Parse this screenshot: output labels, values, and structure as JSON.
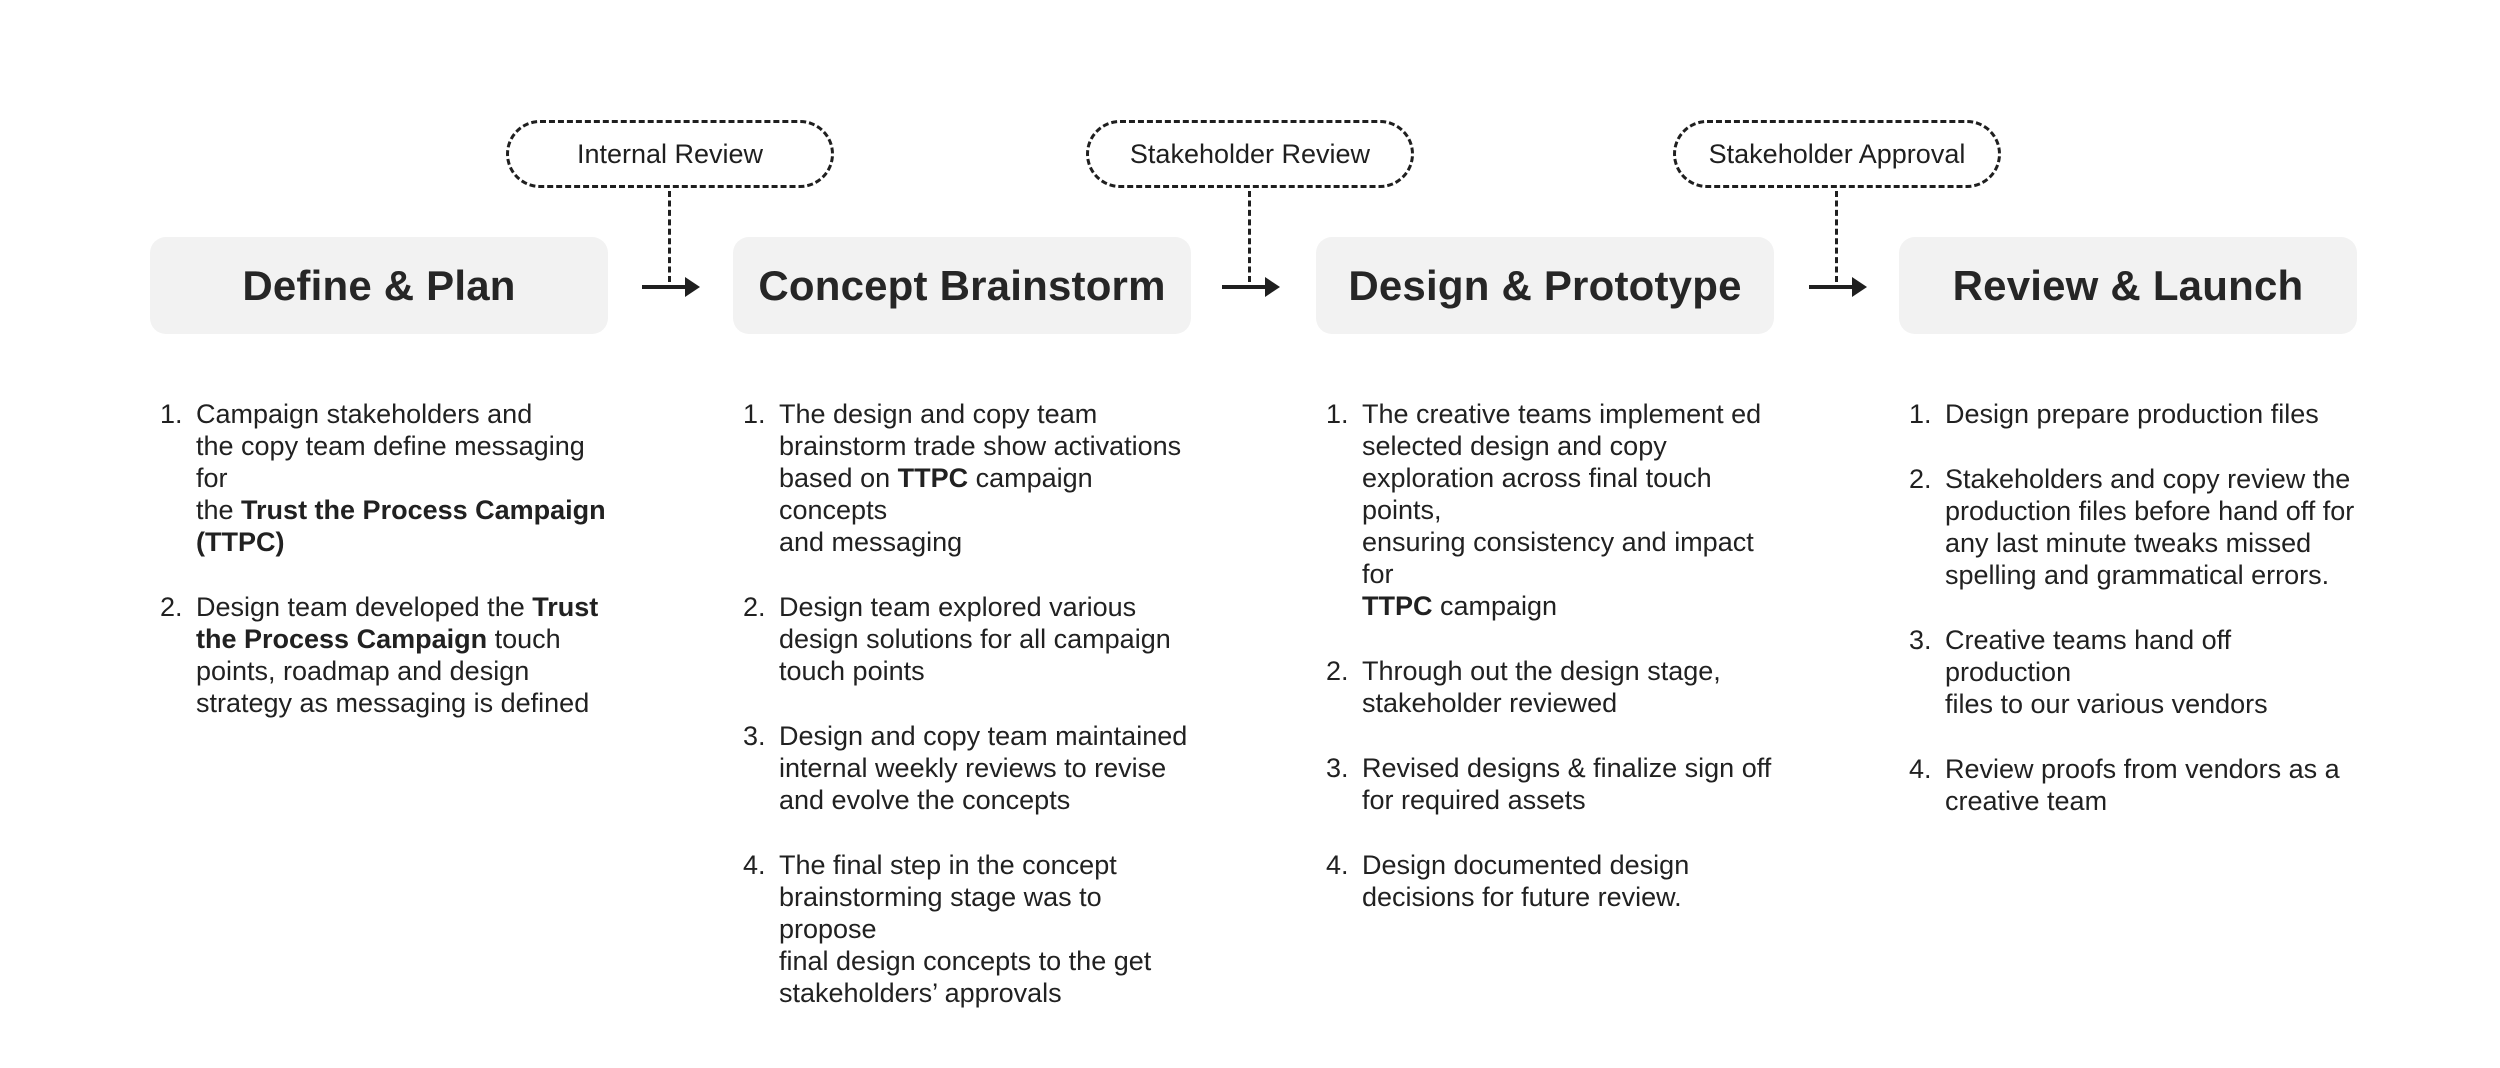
{
  "diagram": {
    "colors": {
      "background": "#ffffff",
      "stage_box_bg": "#f2f2f2",
      "title_text": "#262626",
      "body_text": "#212121",
      "line": "#1f1f1f"
    },
    "connectors": [
      {
        "label": "Internal Review"
      },
      {
        "label": "Stakeholder Review"
      },
      {
        "label": "Stakeholder Approval"
      }
    ],
    "stages": [
      {
        "title": "Define & Plan",
        "items": [
          {
            "num": "1.",
            "segments": [
              {
                "t": "Campaign stakeholders and\nthe copy team define messaging for\nthe ",
                "b": false
              },
              {
                "t": "Trust the Process Campaign\n(TTPC)",
                "b": true
              }
            ]
          },
          {
            "num": "2.",
            "segments": [
              {
                "t": "Design team developed the ",
                "b": false
              },
              {
                "t": "Trust\nthe Process Campaign",
                "b": true
              },
              {
                "t": " touch\npoints, roadmap and design\nstrategy as messaging is defined",
                "b": false
              }
            ]
          }
        ]
      },
      {
        "title": "Concept Brainstorm",
        "items": [
          {
            "num": "1.",
            "segments": [
              {
                "t": "The design and copy team\nbrainstorm trade show activations\nbased on ",
                "b": false
              },
              {
                "t": "TTPC",
                "b": true
              },
              {
                "t": " campaign concepts\nand messaging",
                "b": false
              }
            ]
          },
          {
            "num": "2.",
            "segments": [
              {
                "t": "Design team explored various\ndesign solutions for all campaign\ntouch points",
                "b": false
              }
            ]
          },
          {
            "num": "3.",
            "segments": [
              {
                "t": "Design and copy team maintained\ninternal weekly reviews to revise\nand evolve the concepts",
                "b": false
              }
            ]
          },
          {
            "num": "4.",
            "segments": [
              {
                "t": "The final step in the concept\nbrainstorming stage was to propose\nfinal design concepts to the get\nstakeholders’ approvals",
                "b": false
              }
            ]
          }
        ]
      },
      {
        "title": "Design & Prototype",
        "items": [
          {
            "num": "1.",
            "segments": [
              {
                "t": "The creative teams implement ed\nselected design and copy\nexploration across final touch points,\nensuring consistency and impact for\n",
                "b": false
              },
              {
                "t": "TTPC",
                "b": true
              },
              {
                "t": " campaign",
                "b": false
              }
            ]
          },
          {
            "num": "2.",
            "segments": [
              {
                "t": "Through out the design stage,\nstakeholder reviewed",
                "b": false
              }
            ]
          },
          {
            "num": "3.",
            "segments": [
              {
                "t": "Revised designs & finalize sign off\nfor required assets",
                "b": false
              }
            ]
          },
          {
            "num": "4.",
            "segments": [
              {
                "t": "Design documented design\ndecisions for future review.",
                "b": false
              }
            ]
          }
        ]
      },
      {
        "title": "Review & Launch",
        "items": [
          {
            "num": "1.",
            "segments": [
              {
                "t": "Design prepare production files",
                "b": false
              }
            ]
          },
          {
            "num": "2.",
            "segments": [
              {
                "t": "Stakeholders and copy review the\nproduction files before hand off for\nany last minute tweaks missed\nspelling and grammatical errors.",
                "b": false
              }
            ]
          },
          {
            "num": "3.",
            "segments": [
              {
                "t": "Creative teams hand off production\nfiles to our various vendors",
                "b": false
              }
            ]
          },
          {
            "num": "4.",
            "segments": [
              {
                "t": "Review proofs from vendors as a\ncreative team",
                "b": false
              }
            ]
          }
        ]
      }
    ]
  }
}
